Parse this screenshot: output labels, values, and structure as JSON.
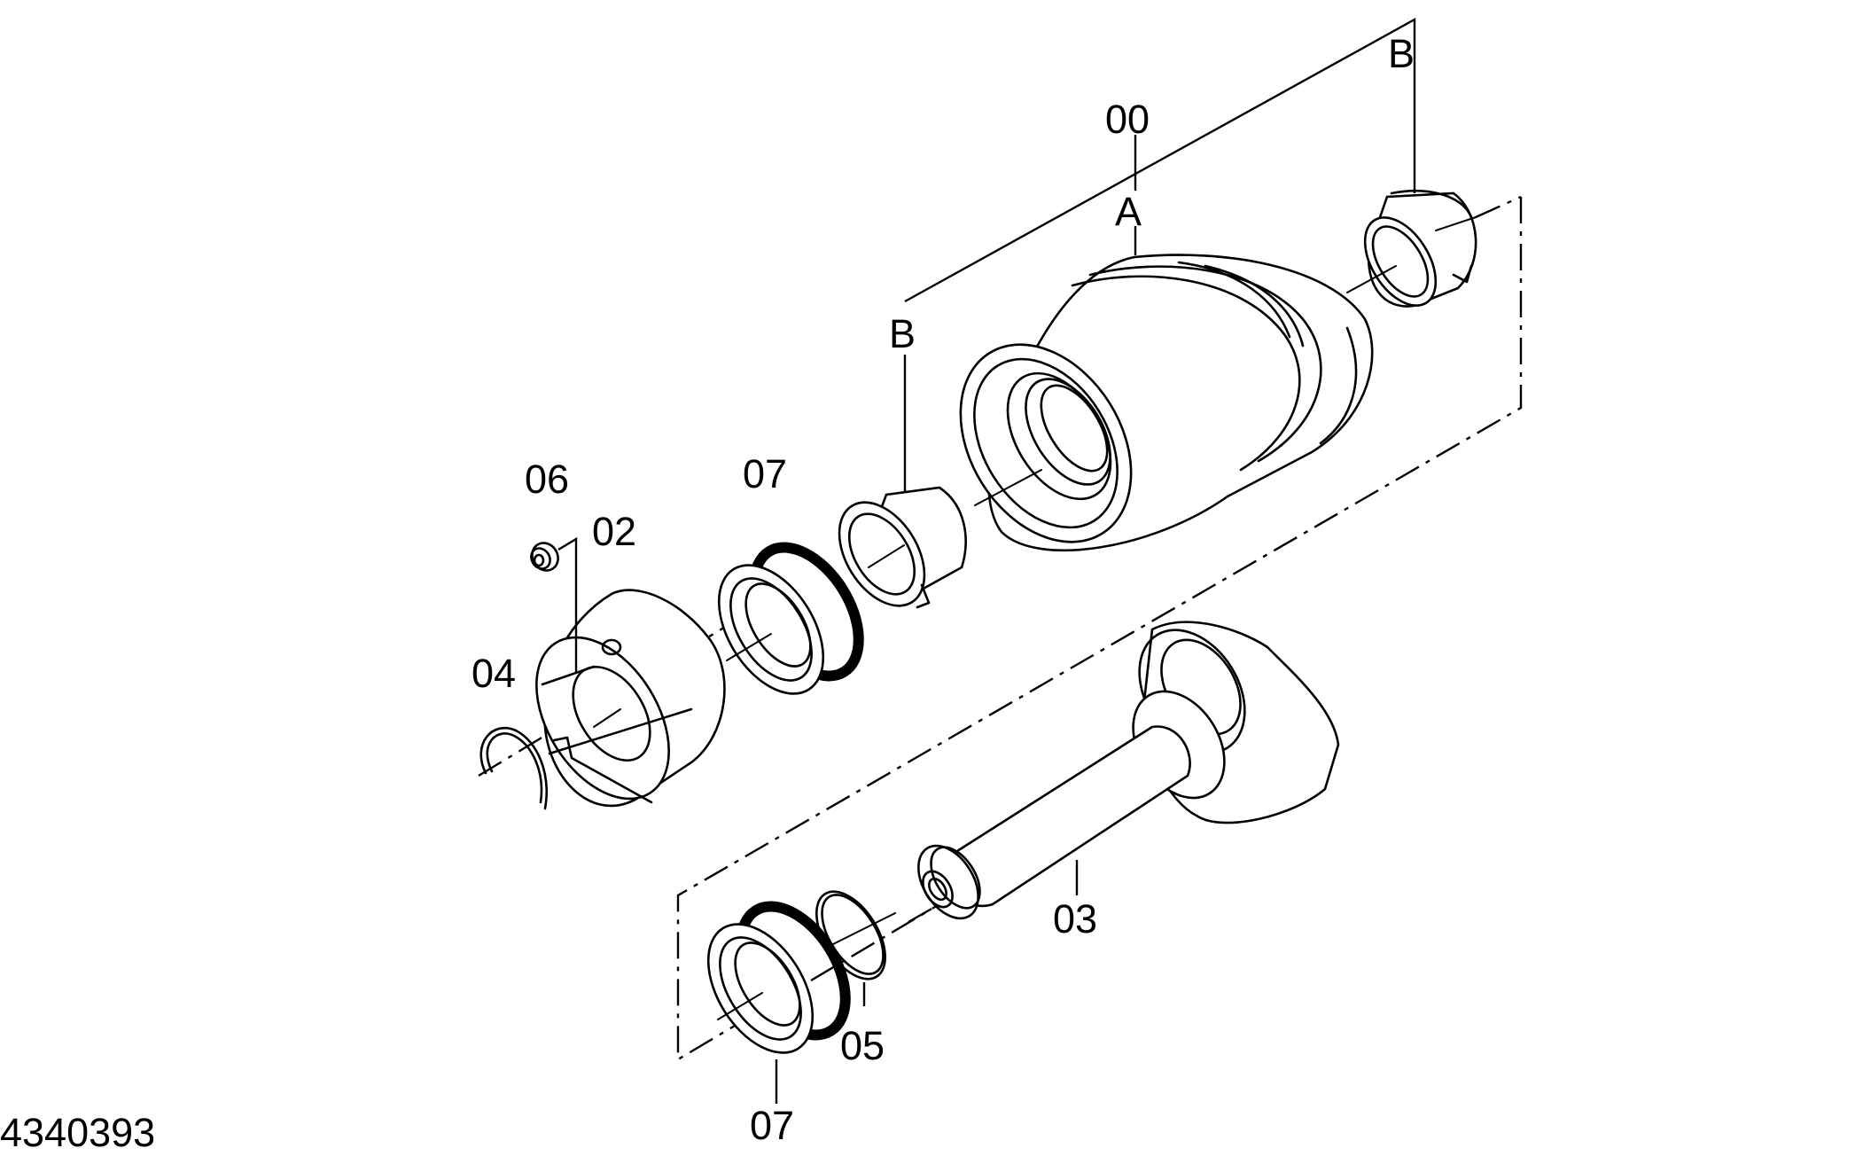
{
  "document_number": "4340393",
  "callouts": {
    "assembly": "00",
    "sub_a": "A",
    "ref_b_top": "B",
    "ref_b_left": "B",
    "collar": "02",
    "shaft": "03",
    "retaining_ring": "04",
    "o_ring": "05",
    "plug": "06",
    "seal_upper": "07",
    "seal_lower": "07"
  }
}
